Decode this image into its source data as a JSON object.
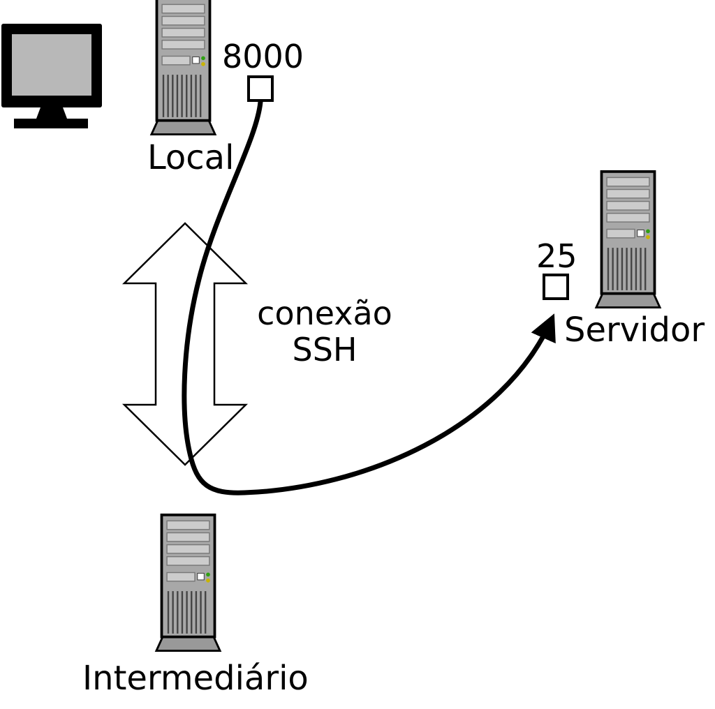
{
  "diagram": {
    "nodes": {
      "local": {
        "label": "Local",
        "port": "8000"
      },
      "intermediario": {
        "label": "Intermediário"
      },
      "servidor": {
        "label": "Servidor",
        "port": "25"
      }
    },
    "connection": {
      "line1": "conexão",
      "line2": "SSH"
    },
    "colors": {
      "tower_body": "#a8a8a8",
      "tower_bay": "#cccccc",
      "tower_base": "#999999",
      "monitor_screen": "#b8b8b8",
      "outline": "#000000",
      "led_green": "#2fa012",
      "led_yellow": "#c8b400"
    }
  }
}
